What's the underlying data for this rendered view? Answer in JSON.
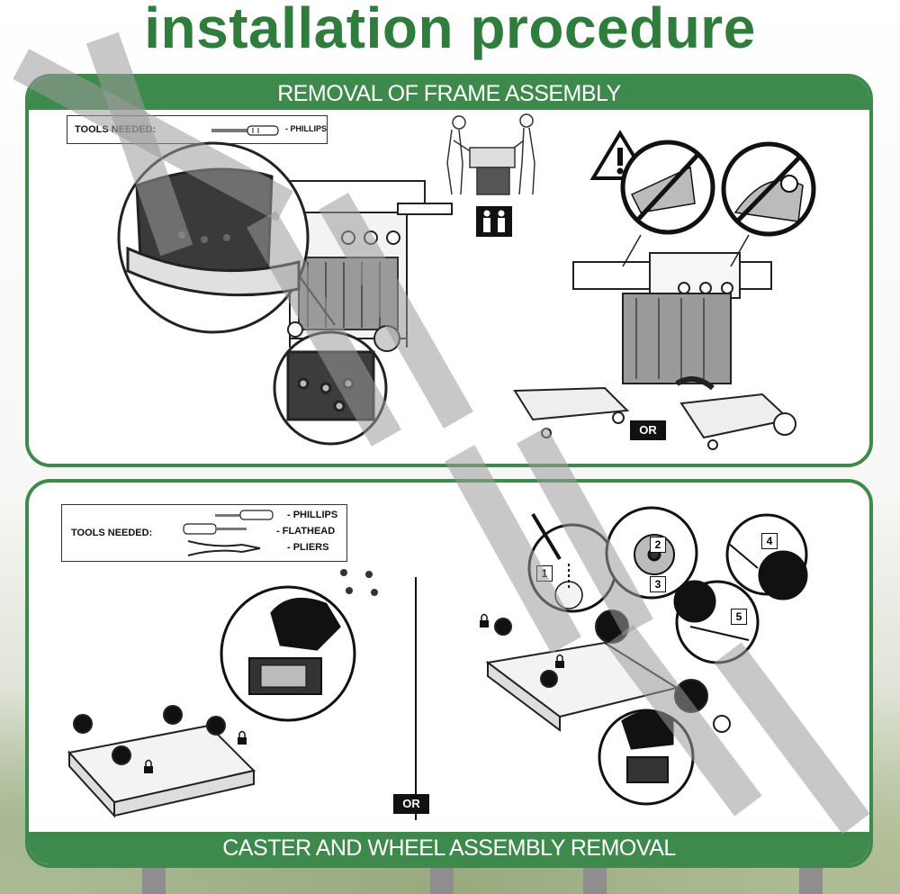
{
  "title": "installation procedure",
  "section1": {
    "heading": "REMOVAL OF FRAME ASSEMBLY",
    "tools_label": "TOOLS NEEDED:",
    "tools": [
      "- PHILLIPS"
    ],
    "or_label": "OR"
  },
  "section2": {
    "heading": "CASTER AND WHEEL ASSEMBLY REMOVAL",
    "tools_label": "TOOLS NEEDED:",
    "tools": [
      "- PHILLIPS",
      "- FLATHEAD",
      "- PLIERS"
    ],
    "or_label": "OR",
    "steps": [
      "1",
      "2",
      "3",
      "4",
      "5"
    ]
  },
  "icons": [
    "warning-icon",
    "two-person-lift-icon",
    "padlock-icon",
    "prohibited-icon"
  ],
  "colors": {
    "accent_green": "#3e8a4c",
    "title_green": "#2e7d3c",
    "watermark": "#9a9a9a"
  }
}
